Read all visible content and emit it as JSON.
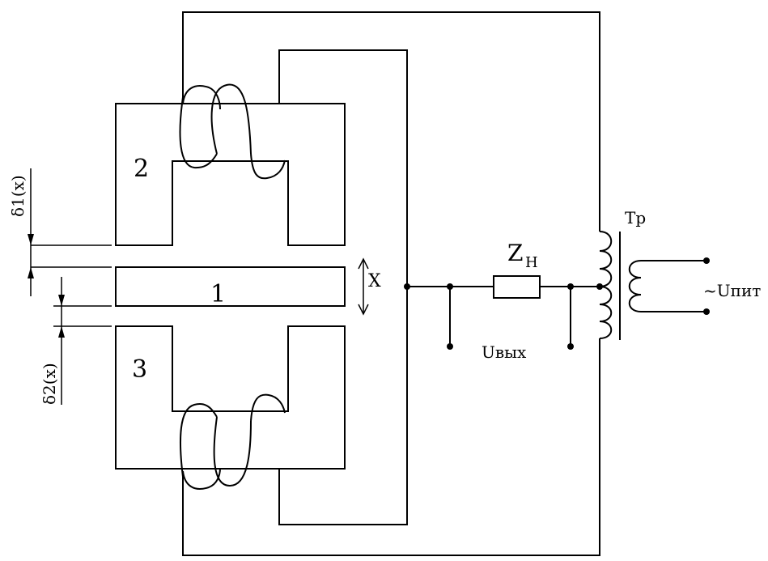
{
  "diagram": {
    "core_labels": {
      "armature": "1",
      "core_top": "2",
      "core_bottom": "3"
    },
    "gap_labels": {
      "top_gap": "δ1(x)",
      "bottom_gap": "δ2(x)"
    },
    "displacement_label": "X",
    "load_label": {
      "main": "Z",
      "sub": "Н"
    },
    "output_label": "Uвых",
    "transformer_label": "Тр",
    "supply_label": "~Uпит",
    "colors": {
      "stroke": "#000000",
      "background": "#ffffff"
    }
  }
}
